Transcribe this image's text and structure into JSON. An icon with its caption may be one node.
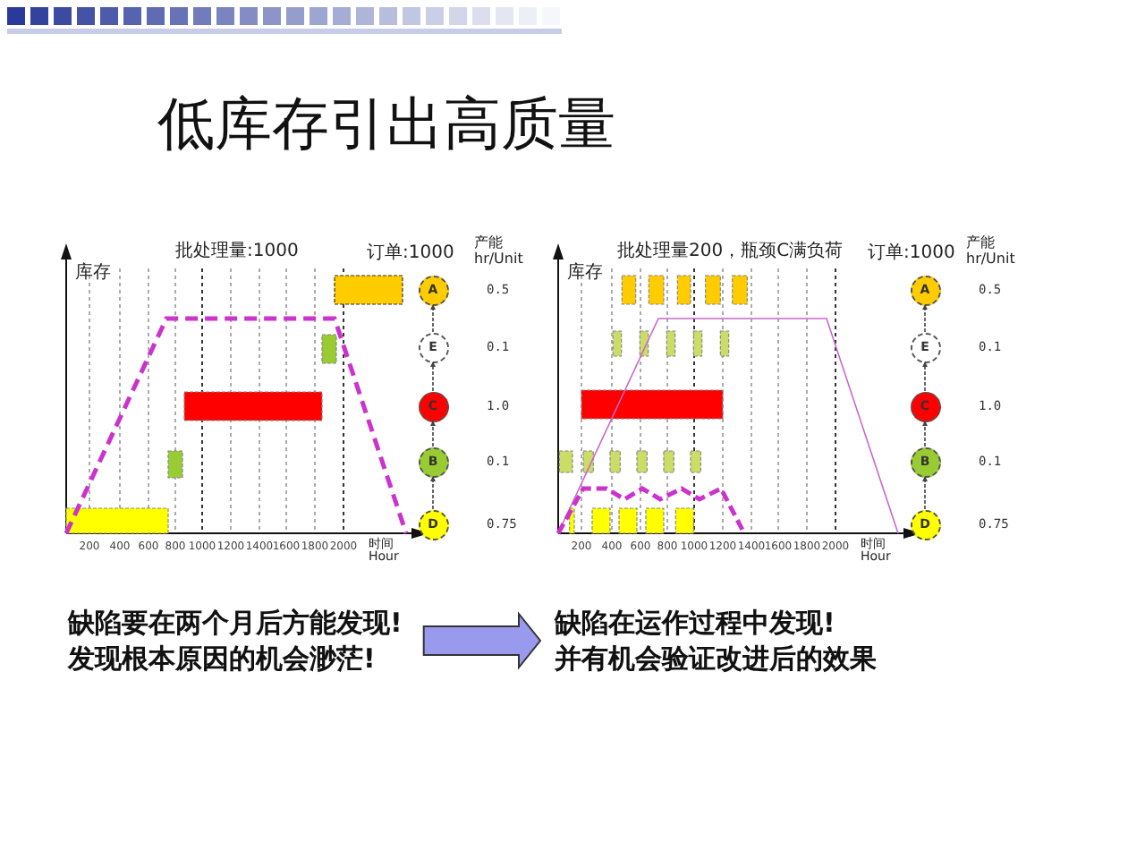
{
  "diagram": {
    "title": "低库存引出高质量",
    "nodes": [
      {
        "text": [
          "A"
        ],
        "beside": [
          "0.5"
        ]
      },
      {
        "text": [
          "E"
        ],
        "beside": [
          "0.1"
        ]
      },
      {
        "text": [
          "C"
        ],
        "beside": [
          "1.0"
        ]
      },
      {
        "text": [
          "B"
        ],
        "beside": [
          "0.1"
        ]
      },
      {
        "text": [
          "D"
        ],
        "beside": [
          "0.75"
        ]
      },
      {
        "text": [
          "A"
        ],
        "beside": [
          "0.5"
        ]
      },
      {
        "text": [
          "E"
        ],
        "beside": [
          "0.1"
        ]
      },
      {
        "text": [
          "C"
        ],
        "beside": [
          "1.0"
        ]
      },
      {
        "text": [
          "B"
        ],
        "beside": [
          "0.1"
        ]
      },
      {
        "text": [
          "D"
        ],
        "beside": [
          "0.75"
        ]
      },
      {
        "text": [
          "缺陷要在两个月后方能发现!",
          "发现根本原因的机会渺茫!"
        ]
      },
      {
        "text": [
          "缺陷在运作过程中发现!",
          "并有机会验证改进后的效果"
        ]
      }
    ],
    "edges": [
      {
        "from": 4,
        "to": 3,
        "arrow": "to"
      },
      {
        "from": 3,
        "to": 2,
        "arrow": "to"
      },
      {
        "from": 2,
        "to": 1,
        "arrow": "to"
      },
      {
        "from": 1,
        "to": 0,
        "arrow": "to"
      },
      {
        "from": 9,
        "to": 8,
        "arrow": "to"
      },
      {
        "from": 8,
        "to": 7,
        "arrow": "to"
      },
      {
        "from": 7,
        "to": 6,
        "arrow": "to"
      },
      {
        "from": 6,
        "to": 5,
        "arrow": "to"
      },
      {
        "from": 10,
        "to": 11,
        "arrow": "to",
        "style": "thick"
      }
    ],
    "labels": [
      "批处理量:1000",
      "订单:1000",
      "产能 hr/Unit",
      "库存",
      "200",
      "400",
      "600",
      "800",
      "1000",
      "1200",
      "1400",
      "1600",
      "1800",
      "2000",
      "时间 Hour",
      "批处理量200，瓶颈C满负荷",
      "订单:1000",
      "产能 hr/Unit",
      "库存",
      "200",
      "400",
      "600",
      "800",
      "1000",
      "1200",
      "1400",
      "1600",
      "1800",
      "2000",
      "时间 Hour"
    ]
  }
}
